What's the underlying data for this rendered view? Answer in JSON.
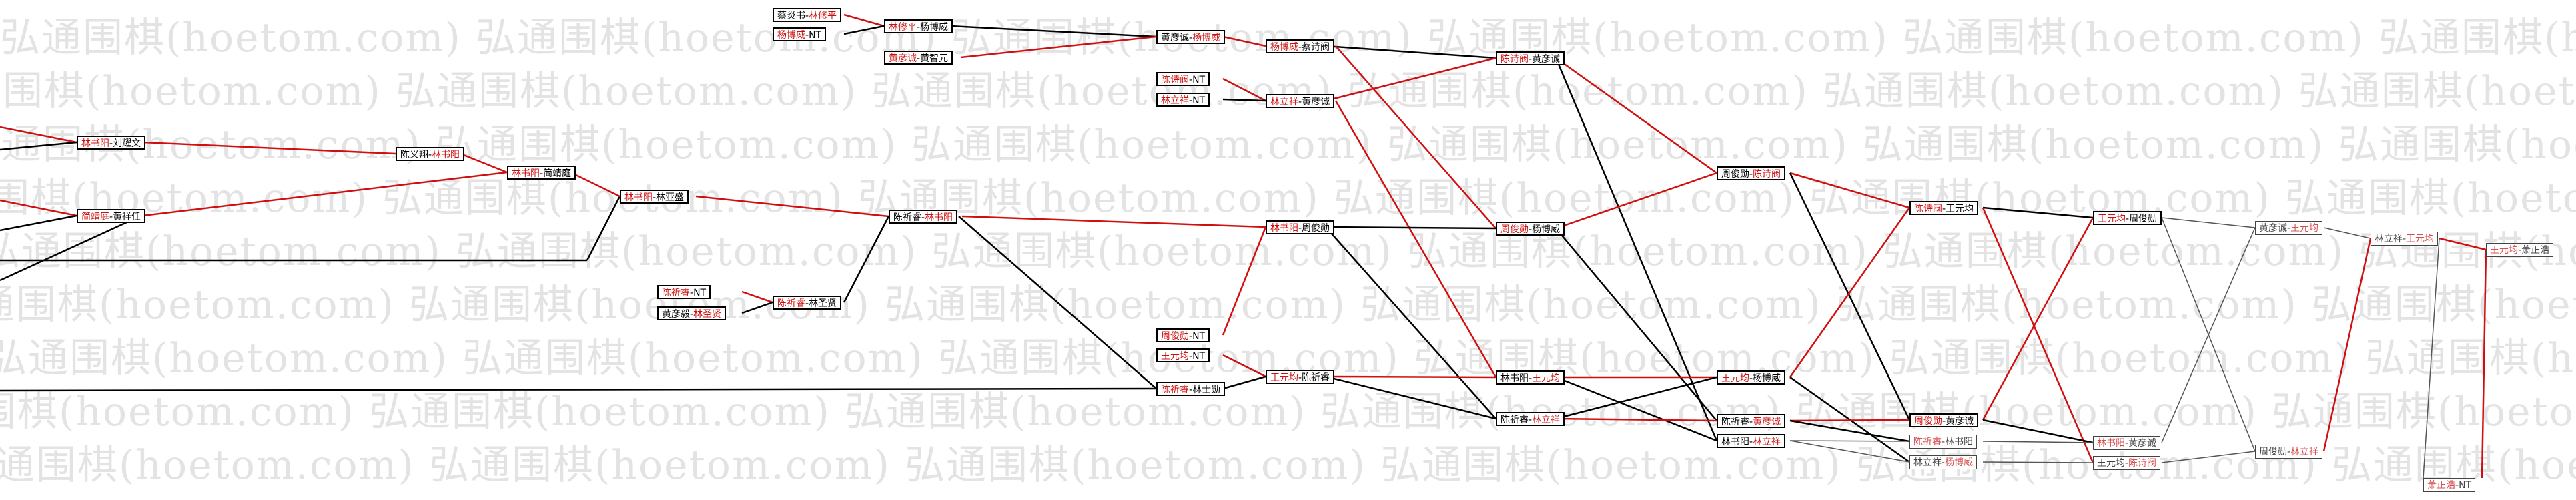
{
  "colors": {
    "winner": "#d01010",
    "loser": "#000000",
    "watermark": "#e3e3e3"
  },
  "watermark_text": "弘通围棋(hoetom.com)",
  "nodes": {
    "n01": {
      "a": "蔡炎书",
      "b": "林修平",
      "w": "b"
    },
    "n02": {
      "a": "杨博威",
      "b": "NT",
      "w": "a"
    },
    "n03": {
      "a": "林修平",
      "b": "杨博威",
      "w": "a"
    },
    "n04": {
      "a": "黄彦诚",
      "b": "黄智元",
      "w": "a"
    },
    "n05": {
      "a": "黄彦诚",
      "b": "杨博威",
      "w": "b"
    },
    "n06": {
      "a": "陈诗阀",
      "b": "NT",
      "w": "a"
    },
    "n07": {
      "a": "林立祥",
      "b": "NT",
      "w": "a"
    },
    "n08": {
      "a": "杨博威",
      "b": "蔡诗阀",
      "w": "a"
    },
    "n09": {
      "a": "林立祥",
      "b": "黄彦诚",
      "w": "a"
    },
    "n10": {
      "a": "陈诗阀",
      "b": "黄彦诚",
      "w": "a"
    },
    "n11": {
      "a": "林书阳",
      "b": "刘耀文",
      "w": "a"
    },
    "n12": {
      "a": "陈义翔",
      "b": "林书阳",
      "w": "b"
    },
    "n13": {
      "a": "简靖庭",
      "b": "黄祥任",
      "w": "a"
    },
    "n14": {
      "a": "林书阳",
      "b": "简靖庭",
      "w": "a"
    },
    "n15": {
      "a": "林书阳",
      "b": "林亚盛",
      "w": "a"
    },
    "n16": {
      "a": "陈祈睿",
      "b": "林书阳",
      "w": "b"
    },
    "n17": {
      "a": "陈祈睿",
      "b": "NT",
      "w": "a"
    },
    "n18": {
      "a": "黄彦毅",
      "b": "林圣贤",
      "w": "b"
    },
    "n19": {
      "a": "陈祈睿",
      "b": "林圣贤",
      "w": "a"
    },
    "n20": {
      "a": "林书阳",
      "b": "周俊勋",
      "w": "a"
    },
    "n21": {
      "a": "周俊勋",
      "b": "NT",
      "w": "a"
    },
    "n22": {
      "a": "王元均",
      "b": "NT",
      "w": "a"
    },
    "n23": {
      "a": "陈祈睿",
      "b": "林士勋",
      "w": "a"
    },
    "n24": {
      "a": "王元均",
      "b": "陈祈睿",
      "w": "a"
    },
    "n25": {
      "a": "周俊勋",
      "b": "杨博威",
      "w": "a"
    },
    "n26": {
      "a": "周俊勋",
      "b": "陈诗阀",
      "w": "b"
    },
    "n27": {
      "a": "陈诗阀",
      "b": "王元均",
      "w": "a"
    },
    "n28": {
      "a": "王元均",
      "b": "周俊勋",
      "w": "a"
    },
    "n29": {
      "a": "林书阳",
      "b": "王元均",
      "w": "b"
    },
    "n30": {
      "a": "陈祈睿",
      "b": "林立祥",
      "w": "b"
    },
    "n31": {
      "a": "王元均",
      "b": "杨博威",
      "w": "a"
    },
    "n32": {
      "a": "陈祈睿",
      "b": "黄彦诚",
      "w": "b"
    },
    "n33": {
      "a": "林书阳",
      "b": "林立祥",
      "w": "b"
    },
    "n34": {
      "a": "周俊勋",
      "b": "黄彦诚",
      "w": "a"
    },
    "n35": {
      "a": "陈祈睿",
      "b": "林书阳",
      "w": "a"
    },
    "n36": {
      "a": "林立祥",
      "b": "杨博威",
      "w": "b"
    },
    "n37": {
      "a": "林书阳",
      "b": "黄彦诚",
      "w": "a"
    },
    "n38": {
      "a": "王元均",
      "b": "陈诗阀",
      "w": "b"
    },
    "n39": {
      "a": "黄彦诚",
      "b": "王元均",
      "w": "b"
    },
    "n40": {
      "a": "周俊勋",
      "b": "林立祥",
      "w": "b"
    },
    "n41": {
      "a": "林立祥",
      "b": "王元均",
      "w": "b"
    },
    "n42": {
      "a": "王元均",
      "b": "萧正浩",
      "w": "a"
    },
    "n43": {
      "a": "萧正浩",
      "b": "NT",
      "w": "a"
    }
  }
}
